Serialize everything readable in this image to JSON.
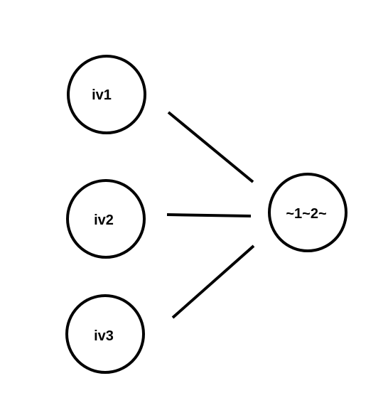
{
  "diagram": {
    "nodes": [
      {
        "id": "iv1",
        "label": "iv1"
      },
      {
        "id": "iv2",
        "label": "iv2"
      },
      {
        "id": "iv3",
        "label": "iv3"
      },
      {
        "id": "out",
        "label": "~1~2~"
      }
    ],
    "edges": [
      {
        "from": "iv1",
        "to": "out"
      },
      {
        "from": "iv2",
        "to": "out"
      },
      {
        "from": "iv3",
        "to": "out"
      }
    ],
    "colors": {
      "stroke": "#000000",
      "background": "#ffffff"
    }
  }
}
